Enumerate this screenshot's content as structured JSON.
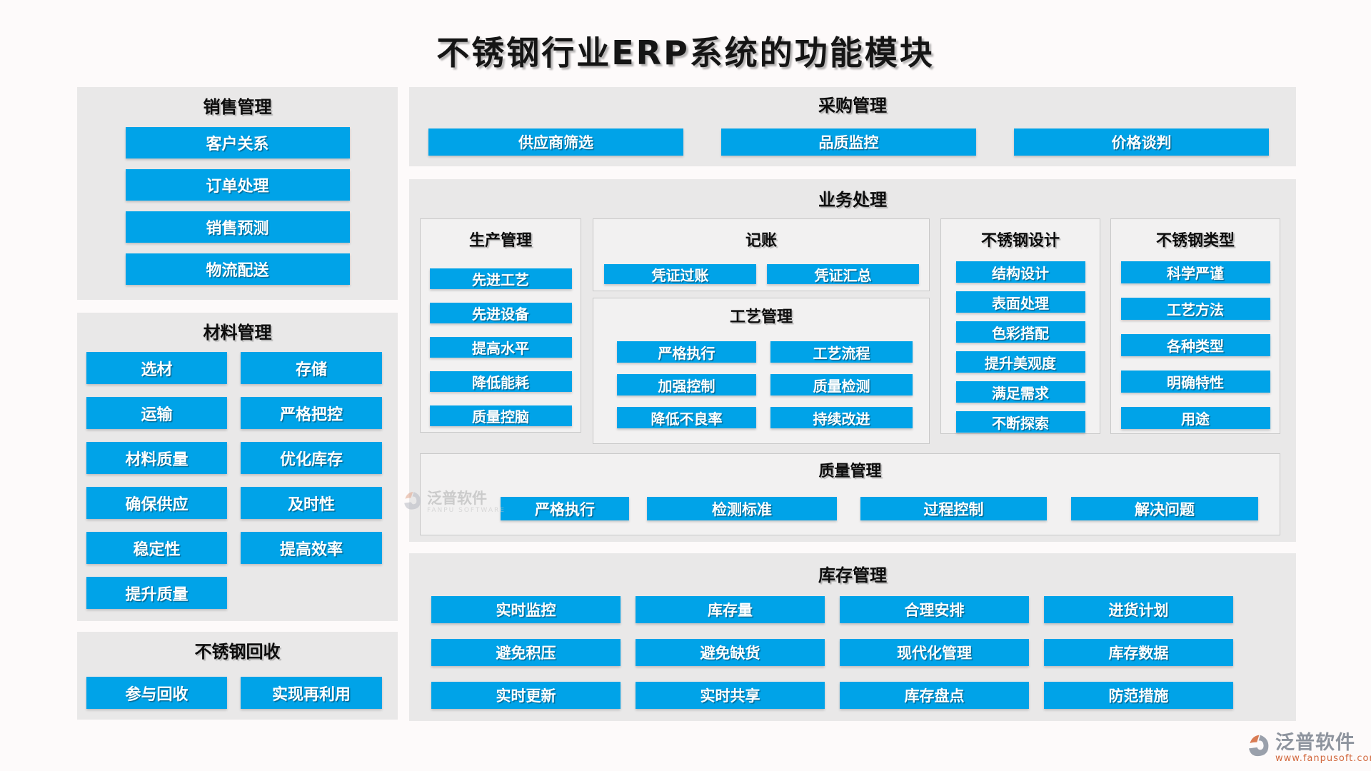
{
  "title": "不锈钢行业ERP系统的功能模块",
  "colors": {
    "accent": "#00a3e8",
    "panel_bg": "#e9e8e8",
    "subpanel_bg": "#f2f1f1",
    "button_text": "#ffffff"
  },
  "watermark": {
    "brand": "泛普软件",
    "brand_en": "FANPU SOFTWARE",
    "url": "www.fanpusoft.com"
  },
  "panels": {
    "sales": {
      "title": "销售管理",
      "items": [
        "客户关系",
        "订单处理",
        "销售预测",
        "物流配送"
      ]
    },
    "material": {
      "title": "材料管理",
      "items": [
        "选材",
        "存储",
        "运输",
        "严格把控",
        "材料质量",
        "优化库存",
        "确保供应",
        "及时性",
        "稳定性",
        "提高效率",
        "提升质量"
      ]
    },
    "recycle": {
      "title": "不锈钢回收",
      "items": [
        "参与回收",
        "实现再利用"
      ]
    },
    "purchase": {
      "title": "采购管理",
      "items": [
        "供应商筛选",
        "品质监控",
        "价格谈判"
      ]
    },
    "business": {
      "title": "业务处理",
      "production": {
        "title": "生产管理",
        "items": [
          "先进工艺",
          "先进设备",
          "提高水平",
          "降低能耗",
          "质量控脑"
        ]
      },
      "accounting": {
        "title": "记账",
        "items": [
          "凭证过账",
          "凭证汇总"
        ]
      },
      "process": {
        "title": "工艺管理",
        "items": [
          "严格执行",
          "工艺流程",
          "加强控制",
          "质量检测",
          "降低不良率",
          "持续改进"
        ]
      },
      "design": {
        "title": "不锈钢设计",
        "items": [
          "结构设计",
          "表面处理",
          "色彩搭配",
          "提升美观度",
          "满足需求",
          "不断探索"
        ]
      },
      "type": {
        "title": "不锈钢类型",
        "items": [
          "科学严谨",
          "工艺方法",
          "各种类型",
          "明确特性",
          "用途"
        ]
      },
      "quality": {
        "title": "质量管理",
        "items": [
          "严格执行",
          "检测标准",
          "过程控制",
          "解决问题"
        ]
      }
    },
    "inventory": {
      "title": "库存管理",
      "items": [
        "实时监控",
        "库存量",
        "合理安排",
        "进货计划",
        "避免积压",
        "避免缺货",
        "现代化管理",
        "库存数据",
        "实时更新",
        "实时共享",
        "库存盘点",
        "防范措施"
      ]
    }
  }
}
